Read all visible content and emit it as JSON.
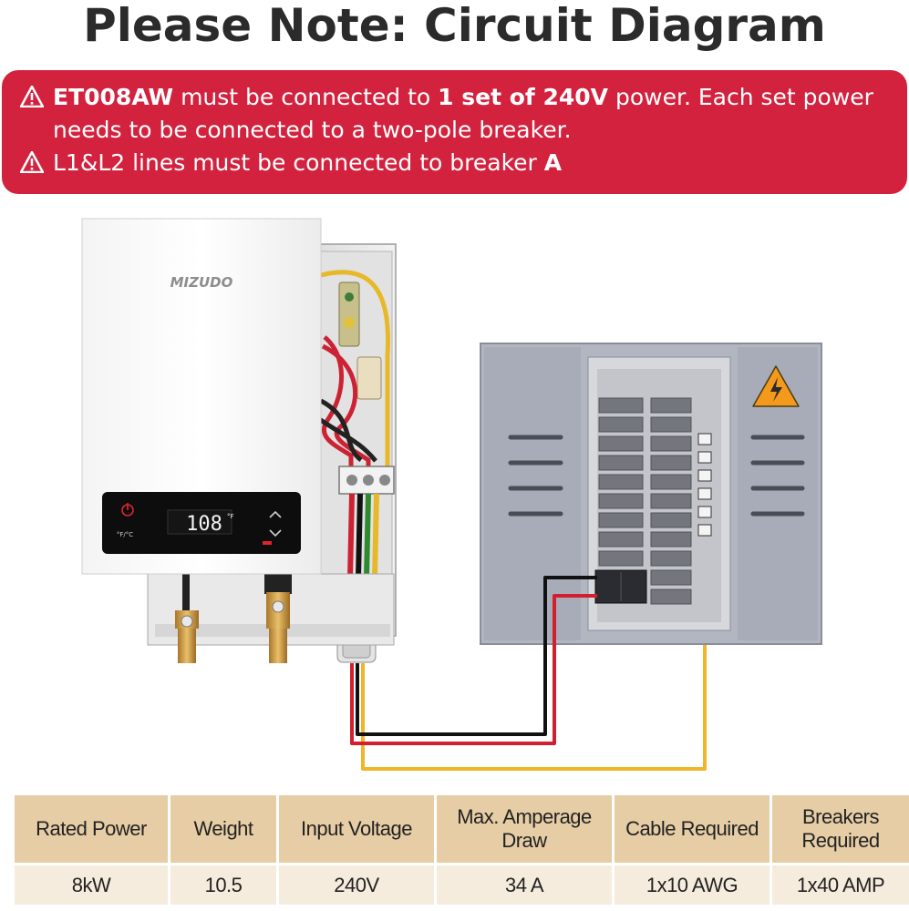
{
  "title": "Please Note: Circuit Diagram",
  "notice": {
    "line1": {
      "model": "ET008AW",
      "text_a": " must be connected to ",
      "highlight": "1 set of 240V",
      "text_b": " power. Each set power"
    },
    "line2": "needs to be connected to a two-pole breaker.",
    "line3": {
      "text": "L1&L2 lines must be connected to breaker ",
      "highlight": "A"
    }
  },
  "heater": {
    "brand": "MIZUDO",
    "display_temp": "108",
    "unit_toggle": "°F/°C",
    "temp_unit": "°F"
  },
  "colors": {
    "banner": "#d3223e",
    "header_cell": "#e6cda5",
    "value_cell": "#f6ecdd",
    "wire_black": "#111111",
    "wire_red": "#d21f2f",
    "wire_yellow": "#f0b52a",
    "panel": "#a9adb8"
  },
  "table": {
    "headers": [
      "Rated Power",
      "Weight",
      "Input Voltage",
      "Max. Amperage Draw",
      "Cable Required",
      "Breakers Required"
    ],
    "values": [
      "8kW",
      "10.5",
      "240V",
      "34 A",
      "1x10 AWG",
      "1x40 AMP"
    ]
  }
}
